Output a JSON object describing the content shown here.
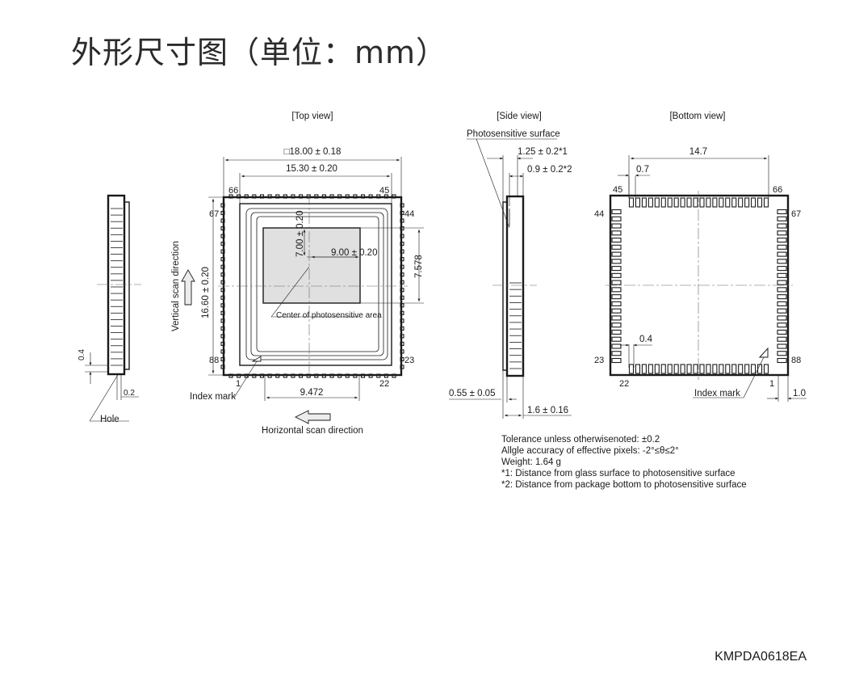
{
  "title": "外形尺寸图（单位：mm）",
  "views": {
    "top": "[Top view]",
    "side": "[Side view]",
    "bottom": "[Bottom view]"
  },
  "top_view": {
    "dim_outer": "□18.00 ± 0.18",
    "dim_inner": "15.30 ± 0.20",
    "dim_vertical": "16.60 ± 0.20",
    "dim_area_h": "7.00 ± 0.20",
    "dim_area_w": "9.00 ± 0.20",
    "dim_right": "7.578",
    "dim_bottom": "9.472",
    "center_label": "Center of photosensitive area",
    "vertical_scan": "Vertical scan direction",
    "horizontal_scan": "Horizontal scan direction",
    "index_mark": "Index mark",
    "pins": {
      "p66": "66",
      "p45": "45",
      "p67": "67",
      "p44": "44",
      "p88": "88",
      "p23": "23",
      "p1": "1",
      "p22": "22"
    }
  },
  "left_side": {
    "dim_04": "0.4",
    "dim_02": "0.2",
    "hole": "Hole"
  },
  "side_view": {
    "photosensitive_surface": "Photosensitive surface",
    "dim_125": "1.25 ± 0.2*1",
    "dim_09": "0.9 ± 0.2*2",
    "dim_055": "0.55 ± 0.05",
    "dim_16": "1.6 ± 0.16"
  },
  "bottom_view": {
    "dim_147": "14.7",
    "dim_07": "0.7",
    "dim_04": "0.4",
    "dim_10": "1.0",
    "index_mark": "Index mark",
    "pins": {
      "p45": "45",
      "p66": "66",
      "p44": "44",
      "p67": "67",
      "p23": "23",
      "p88": "88",
      "p22": "22",
      "p1": "1"
    }
  },
  "notes": [
    "Tolerance unless otherwisenoted: ±0.2",
    "Allgle accuracy of effective pixels: -2°≤θ≤2°",
    "Weight: 1.64 g",
    "*1: Distance from glass surface to photosensitive surface",
    "*2: Distance from package bottom to photosensitive surface"
  ],
  "doc_code": "KMPDA0618EA"
}
